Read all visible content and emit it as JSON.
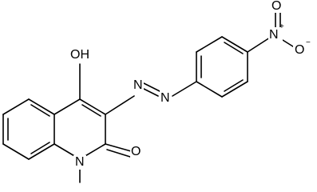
{
  "molecule": {
    "atoms": {
      "hydroxyl": "OH",
      "azo_n1": "N",
      "azo_n2": "N",
      "ring_n": "N",
      "carbonyl_o": "O",
      "nitro_n": "N",
      "nitro_n_charge": "+",
      "nitro_o_top": "O",
      "nitro_o_right": "O",
      "nitro_o_charge": "−"
    }
  }
}
